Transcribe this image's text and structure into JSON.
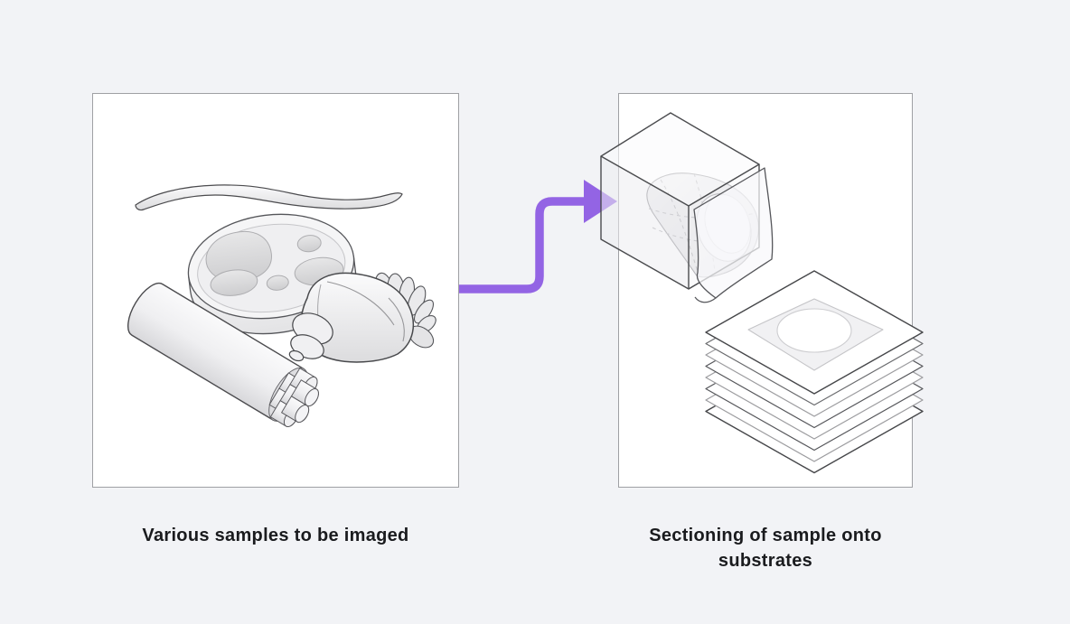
{
  "page": {
    "background_color": "#F2F3F6",
    "accent_color": "#9364E4"
  },
  "steps": [
    {
      "id": "samples",
      "caption": "Various samples to be imaged",
      "illustrations": [
        "worm",
        "petri-dish-with-organoids",
        "tissue-bundle",
        "mouse-brain"
      ]
    },
    {
      "id": "sectioning",
      "caption": "Sectioning of sample onto substrates",
      "illustrations": [
        "embedded-sample-block-with-peeling-section",
        "substrate-stack"
      ]
    }
  ],
  "connector": {
    "type": "arrow",
    "from": "samples",
    "to": "sectioning",
    "direction": "right",
    "color": "#9364E4"
  }
}
